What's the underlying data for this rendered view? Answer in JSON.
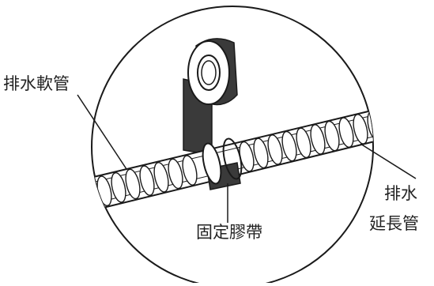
{
  "labels": {
    "drain_hose": "排水軟管",
    "fixing_tape": "固定膠帶",
    "extension_line1": "排水",
    "extension_line2": "延長管"
  },
  "colors": {
    "outline": "#1a1a1a",
    "tape": "#3a3a3a",
    "background": "#ffffff"
  }
}
